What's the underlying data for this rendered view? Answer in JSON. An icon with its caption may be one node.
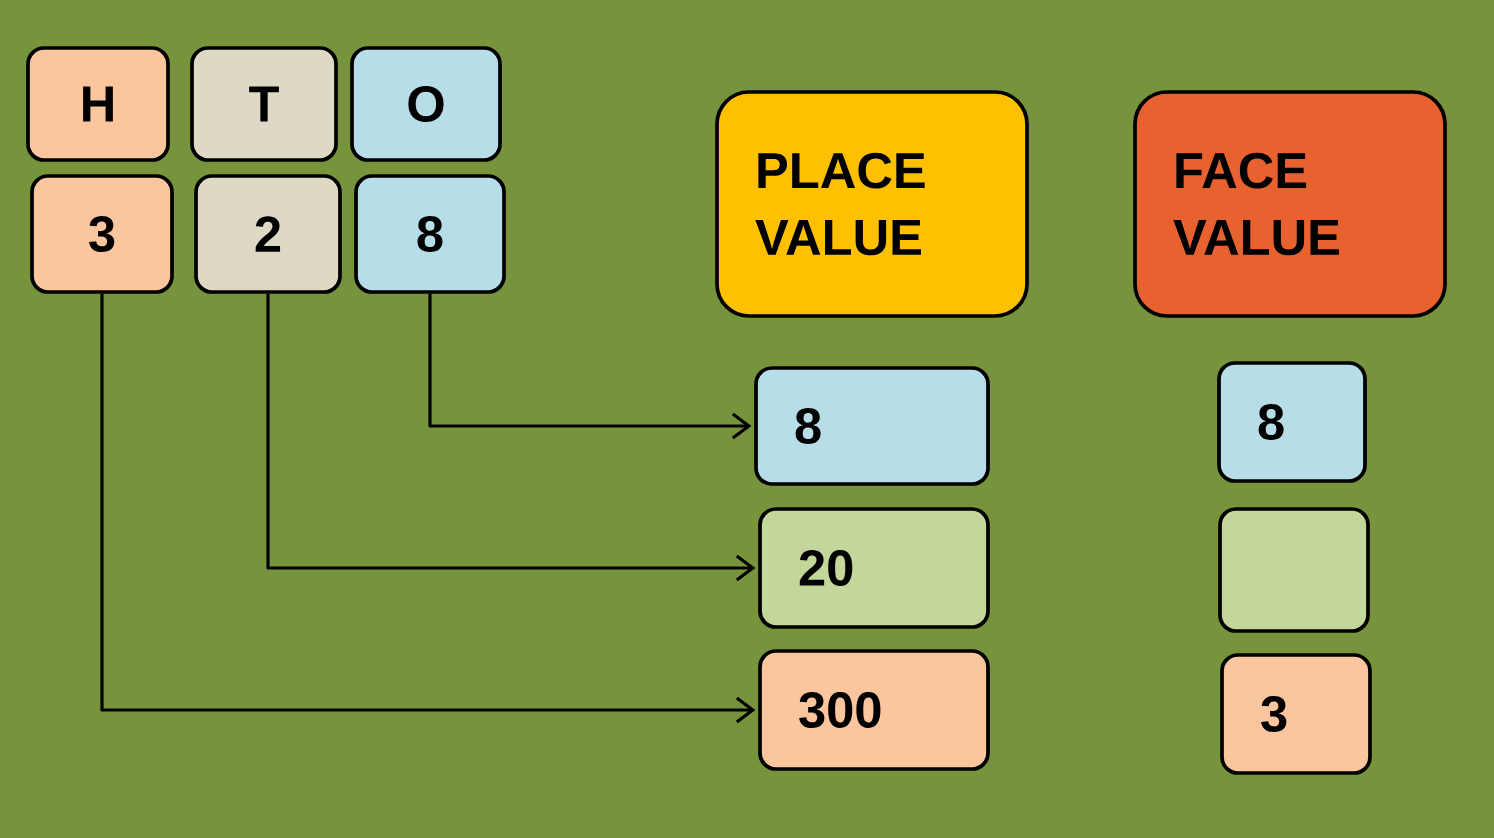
{
  "diagram": {
    "nodes": [
      {
        "text": [
          "H"
        ]
      },
      {
        "text": [
          "T"
        ]
      },
      {
        "text": [
          "O"
        ]
      },
      {
        "text": [
          "3"
        ]
      },
      {
        "text": [
          "2"
        ]
      },
      {
        "text": [
          "8"
        ]
      },
      {
        "text": [
          "PLACE VALUE"
        ]
      },
      {
        "text": [
          "FACE VALUE"
        ]
      },
      {
        "text": [
          "8"
        ]
      },
      {
        "text": [
          "20"
        ]
      },
      {
        "text": [
          "300"
        ]
      },
      {
        "text": [
          "8"
        ]
      },
      {
        "text": [],
        "shape": "box"
      },
      {
        "text": [
          "3"
        ]
      }
    ],
    "edges": [
      {
        "from": 5,
        "to": 8,
        "arrow": "to"
      },
      {
        "from": 4,
        "to": 9,
        "arrow": "to"
      },
      {
        "from": 3,
        "to": 10,
        "arrow": "to"
      }
    ]
  }
}
